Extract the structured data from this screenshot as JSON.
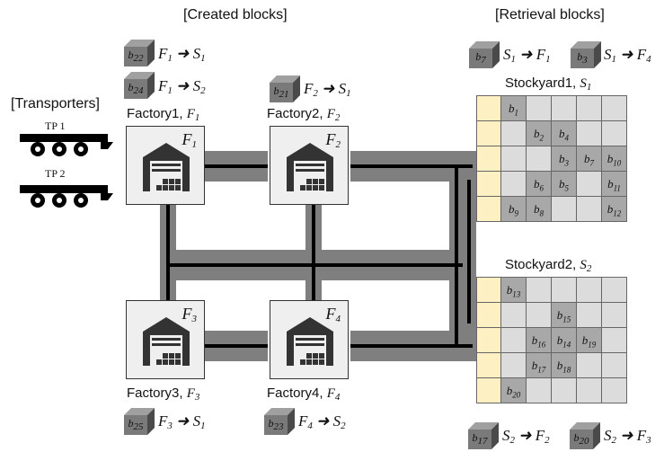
{
  "headers": {
    "created": "[Created blocks]",
    "retrieval": "[Retrieval blocks]",
    "transporters": "[Transporters]"
  },
  "transporters": [
    {
      "label": "TP 1"
    },
    {
      "label": "TP 2"
    }
  ],
  "factories": [
    {
      "name": "Factory1,",
      "sym": "F",
      "sub": "1",
      "icon_sym": "F",
      "icon_sub": "1"
    },
    {
      "name": "Factory2,",
      "sym": "F",
      "sub": "2",
      "icon_sym": "F",
      "icon_sub": "2"
    },
    {
      "name": "Factory3,",
      "sym": "F",
      "sub": "3",
      "icon_sym": "F",
      "icon_sub": "3"
    },
    {
      "name": "Factory4,",
      "sym": "F",
      "sub": "4",
      "icon_sym": "F",
      "icon_sub": "4"
    }
  ],
  "stockyards": [
    {
      "name": "Stockyard1,",
      "sym": "S",
      "sub": "1"
    },
    {
      "name": "Stockyard2,",
      "sym": "S",
      "sub": "2"
    }
  ],
  "created_blocks": [
    {
      "b": "b",
      "bsub": "22",
      "from": "F",
      "fsub": "1",
      "to": "S",
      "tsub": "1"
    },
    {
      "b": "b",
      "bsub": "24",
      "from": "F",
      "fsub": "1",
      "to": "S",
      "tsub": "2"
    },
    {
      "b": "b",
      "bsub": "21",
      "from": "F",
      "fsub": "2",
      "to": "S",
      "tsub": "1"
    },
    {
      "b": "b",
      "bsub": "25",
      "from": "F",
      "fsub": "3",
      "to": "S",
      "tsub": "1"
    },
    {
      "b": "b",
      "bsub": "23",
      "from": "F",
      "fsub": "4",
      "to": "S",
      "tsub": "2"
    }
  ],
  "retrieval_blocks": [
    {
      "b": "b",
      "bsub": "7",
      "from": "S",
      "fsub": "1",
      "to": "F",
      "tsub": "1"
    },
    {
      "b": "b",
      "bsub": "3",
      "from": "S",
      "fsub": "1",
      "to": "F",
      "tsub": "4"
    },
    {
      "b": "b",
      "bsub": "17",
      "from": "S",
      "fsub": "2",
      "to": "F",
      "tsub": "2"
    },
    {
      "b": "b",
      "bsub": "20",
      "from": "S",
      "fsub": "2",
      "to": "F",
      "tsub": "3"
    }
  ],
  "yard1_blocks": {
    "r0c1": "1",
    "r1c2": "2",
    "r1c3": "4",
    "r2c3": "3",
    "r2c4": "7",
    "r2c5": "10",
    "r3c2": "6",
    "r3c3": "5",
    "r3c5": "11",
    "r4c1": "9",
    "r4c2": "8",
    "r4c5": "12"
  },
  "yard2_blocks": {
    "r0c1": "13",
    "r1c3": "15",
    "r2c2": "16",
    "r2c3": "14",
    "r2c4": "19",
    "r3c2": "17",
    "r3c3": "18",
    "r4c1": "20"
  },
  "block_letter": "b",
  "colors": {
    "road_outer": "#7f7f7f",
    "road_inner": "#000000",
    "yard_cell": "#dcdcdc",
    "yard_side": "#fdf1c4",
    "yard_block": "#a8a8a8",
    "factory_bg": "#efefef",
    "cube": "#7a7a7a"
  }
}
